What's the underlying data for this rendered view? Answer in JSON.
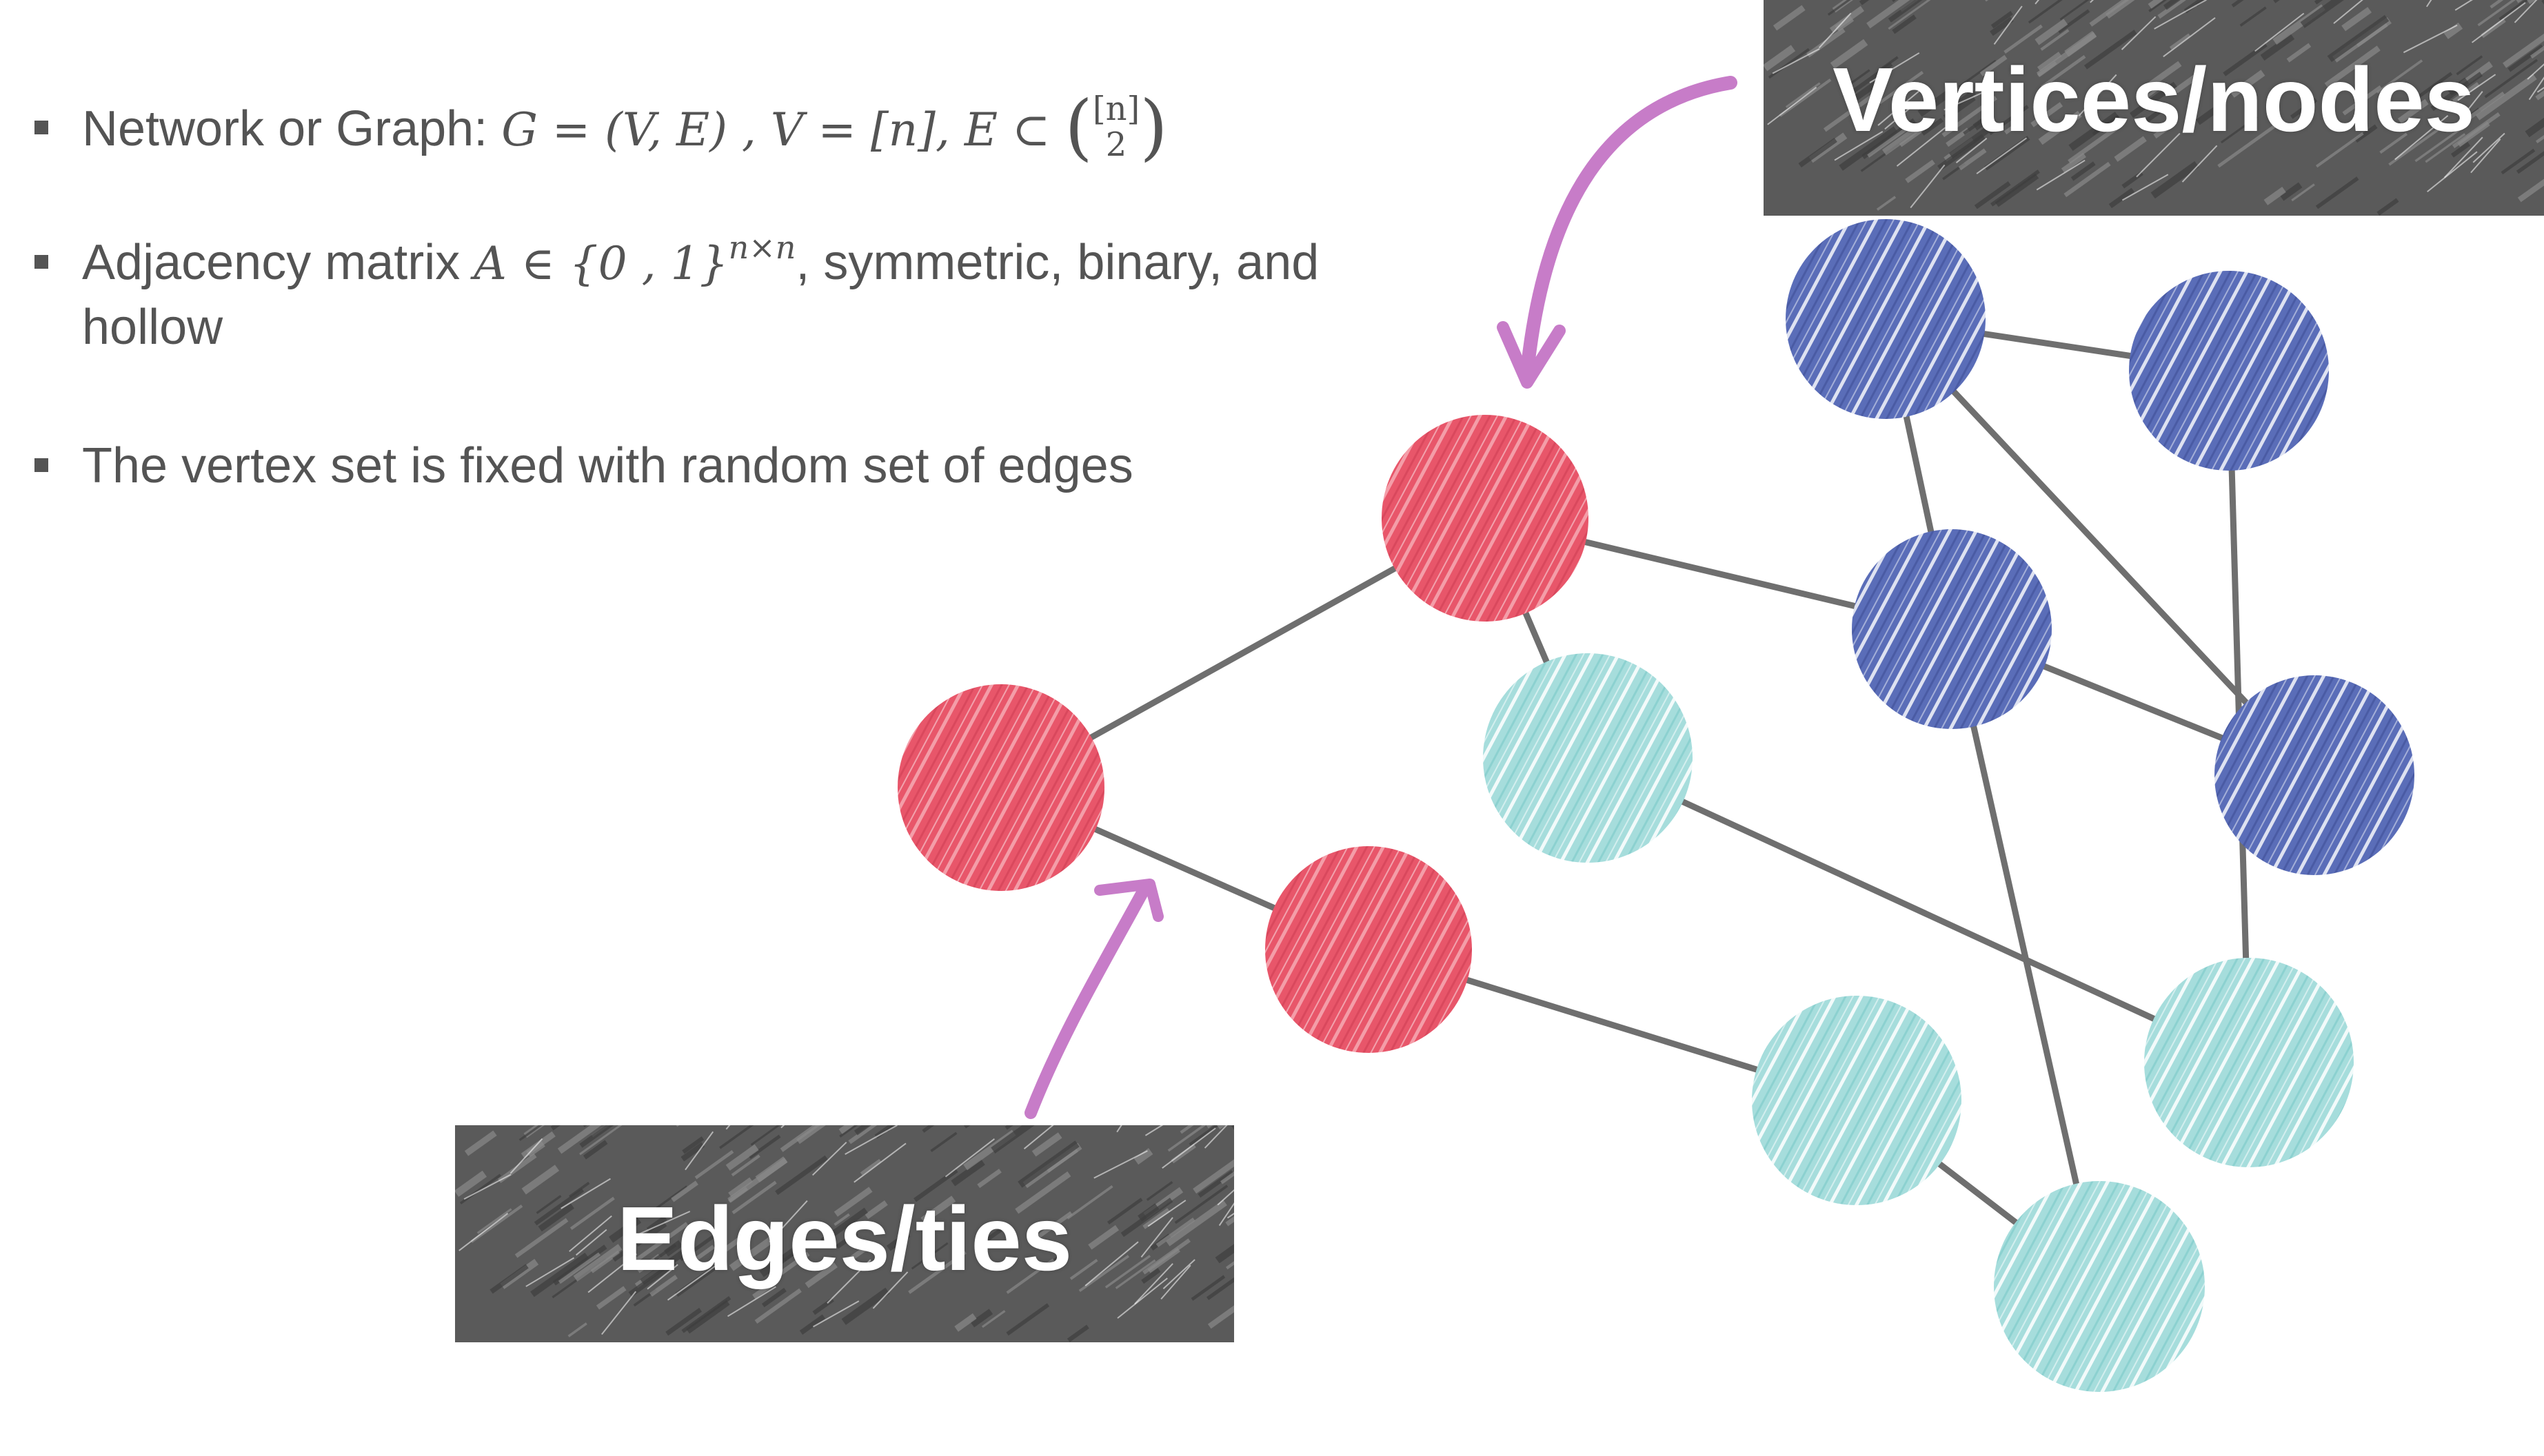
{
  "bullets": {
    "b1": {
      "prefix": "Network or Graph: ",
      "math1": "G = (V, E)",
      "sep1": " , ",
      "math2": "V = [n],",
      "sep2": " ",
      "math3": "E ⊂ ",
      "binom_top": "[n]",
      "binom_bottom": "2"
    },
    "b2": {
      "prefix": "Adjacency matrix ",
      "math1": "A ∈ {0 , 1}",
      "sup": "n×n",
      "suffix": ", symmetric, binary, and hollow"
    },
    "b3": {
      "text": "The vertex set is fixed with random set of edges"
    }
  },
  "labels": {
    "vertices": "Vertices/nodes",
    "edges": "Edges/ties"
  },
  "colors": {
    "text": "#545454",
    "red": "#E8566A",
    "teal": "#A6DDDC",
    "blue": "#5A6DB8",
    "edge": "#6f6f6f",
    "arrow": "#C77CC8",
    "label_bg": "#5a5a5a"
  },
  "graph": {
    "nodes": [
      {
        "id": "r1",
        "color": "red"
      },
      {
        "id": "r2",
        "color": "red"
      },
      {
        "id": "r3",
        "color": "red"
      },
      {
        "id": "t1",
        "color": "teal"
      },
      {
        "id": "t2",
        "color": "teal"
      },
      {
        "id": "t3",
        "color": "teal"
      },
      {
        "id": "t4",
        "color": "teal"
      },
      {
        "id": "b1",
        "color": "blue"
      },
      {
        "id": "b2",
        "color": "blue"
      },
      {
        "id": "b3",
        "color": "blue"
      },
      {
        "id": "b4",
        "color": "blue"
      }
    ],
    "edges": [
      [
        "r1",
        "r2"
      ],
      [
        "r1",
        "r3"
      ],
      [
        "r2",
        "b3"
      ],
      [
        "r2",
        "t1"
      ],
      [
        "r3",
        "t3"
      ],
      [
        "t1",
        "t2"
      ],
      [
        "b1",
        "b2"
      ],
      [
        "b1",
        "b3"
      ],
      [
        "b1",
        "b4"
      ],
      [
        "b3",
        "b4"
      ],
      [
        "b2",
        "t2"
      ],
      [
        "b3",
        "t4"
      ],
      [
        "t3",
        "t4"
      ]
    ]
  }
}
